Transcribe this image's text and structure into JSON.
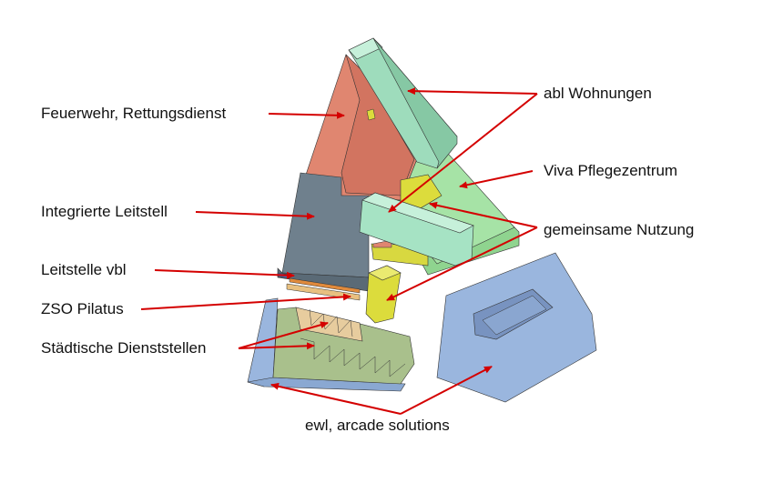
{
  "labels": {
    "feuerwehr": "Feuerwehr, Rettungsdienst",
    "leitstell": "Integrierte Leitstell",
    "leitstelle_vbl": "Leitstelle vbl",
    "zso": "ZSO Pilatus",
    "staedtische": "Städtische Dienststellen",
    "abl": "abl Wohnungen",
    "viva": "Viva Pflegezentrum",
    "gemeinsam": "gemeinsame Nutzung",
    "ewl": "ewl, arcade solutions"
  },
  "colors": {
    "arrow": "#d40000",
    "red_volume": "#e0826b",
    "mint_volume": "#a8e6c4",
    "green_volume": "#9fdf9f",
    "grey_volume": "#6e7f8c",
    "yellow_volume": "#dcdc3c",
    "blue_volume": "#98b4dc",
    "olive_volume": "#a8c08a",
    "tan_volume": "#e6cca0"
  }
}
